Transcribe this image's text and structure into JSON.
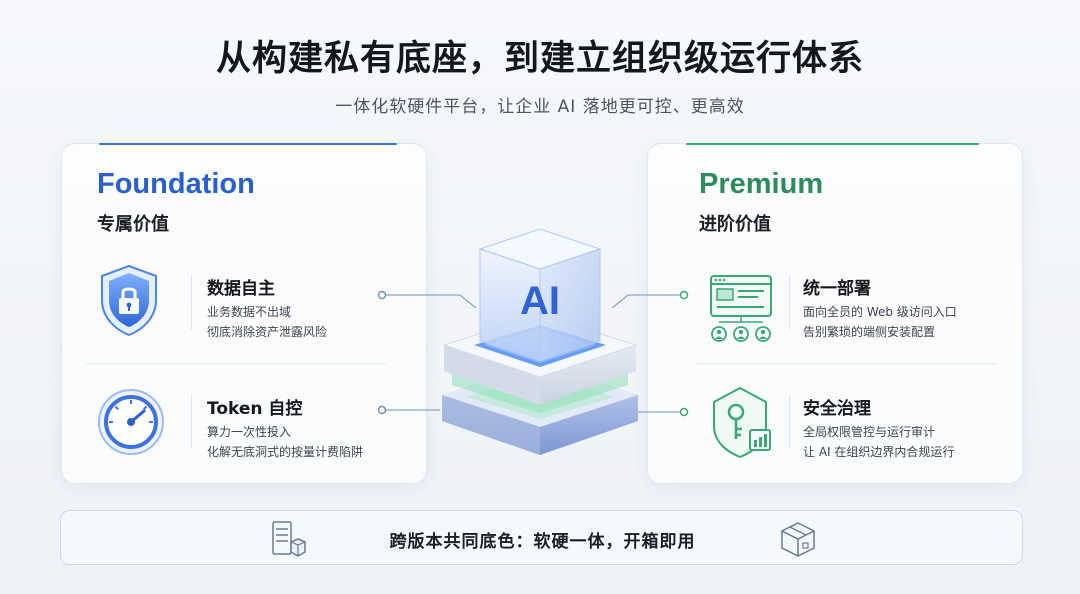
{
  "header": {
    "title": "从构建私有底座，到建立组织级运行体系",
    "subtitle": "一体化软硬件平台，让企业 AI 落地更可控、更高效"
  },
  "foundation": {
    "name": "Foundation",
    "tagline": "专属价值",
    "accent": "#2a5fcc",
    "features": [
      {
        "title": "数据自主",
        "icon": "shield-lock-icon",
        "lines": [
          "业务数据不出域",
          "彻底消除资产泄露风险"
        ]
      },
      {
        "title": "Token 自控",
        "icon": "gauge-icon",
        "lines": [
          "算力一次性投入",
          "化解无底洞式的按量计费陷阱"
        ]
      }
    ]
  },
  "premium": {
    "name": "Premium",
    "tagline": "进阶价值",
    "accent": "#2f8a5e",
    "features": [
      {
        "title": "统一部署",
        "icon": "web-dashboard-users-icon",
        "lines": [
          "面向全员的 Web 级访问入口",
          "告别繁琐的端侧安装配置"
        ]
      },
      {
        "title": "安全治理",
        "icon": "shield-key-chart-icon",
        "lines": [
          "全局权限管控与运行审计",
          "让 AI 在组织边界内合规运行"
        ]
      }
    ]
  },
  "center": {
    "cube_label": "AI",
    "icon": "ai-cube-platform-icon"
  },
  "footer": {
    "text": "跨版本共同底色：软硬一体，开箱即用",
    "left_icon": "server-box-icon",
    "right_icon": "package-box-icon"
  }
}
